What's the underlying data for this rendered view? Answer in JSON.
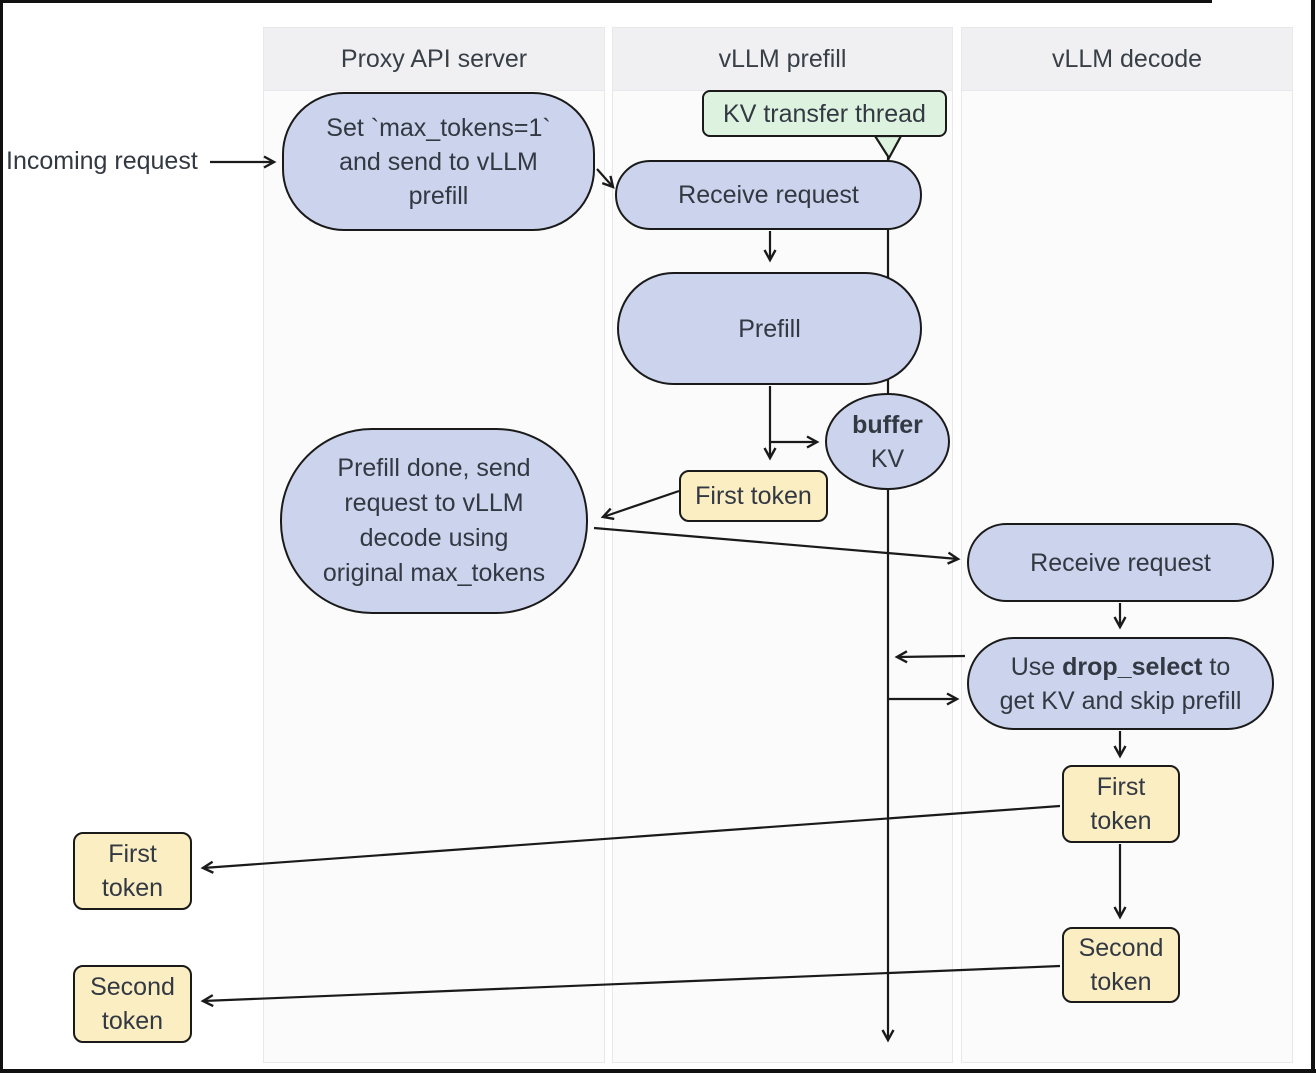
{
  "lanes": [
    {
      "label": "Proxy API server"
    },
    {
      "label": "vLLM prefill"
    },
    {
      "label": "vLLM decode"
    }
  ],
  "labels": {
    "incoming": "Incoming request",
    "kv_thread": "KV transfer thread",
    "set_lines": [
      "Set `max_tokens=1`",
      "and send to vLLM",
      "prefill"
    ],
    "receive_prefill": "Receive request",
    "prefill": "Prefill",
    "buffer_bold": "buffer",
    "buffer_sub": "KV",
    "first_token_inline": "First token",
    "done_lines": [
      "Prefill done, send",
      "request to vLLM",
      "decode using",
      "original max_tokens"
    ],
    "receive_decode": "Receive request",
    "drop_line1_pre": "Use ",
    "drop_line1_bold": "drop_select",
    "drop_line1_post": " to",
    "drop_line2": "get KV and skip prefill",
    "decode_first_lines": [
      "First",
      "token"
    ],
    "decode_second_lines": [
      "Second",
      "token"
    ],
    "left_first_lines": [
      "First",
      "token"
    ],
    "left_second_lines": [
      "Second",
      "token"
    ]
  },
  "colors": {
    "node_fill": "#ccd3ec",
    "node_border": "#1a1a1a",
    "kv_fill": "#def3df",
    "token_fill": "#fbeec3",
    "lane_header_bg": "#f0f0f2",
    "lane_body_bg": "#fbfbfc",
    "lane_border": "#e8e8ea",
    "text": "#333942",
    "arrow": "#1a1a1a",
    "frame": "#111111"
  }
}
